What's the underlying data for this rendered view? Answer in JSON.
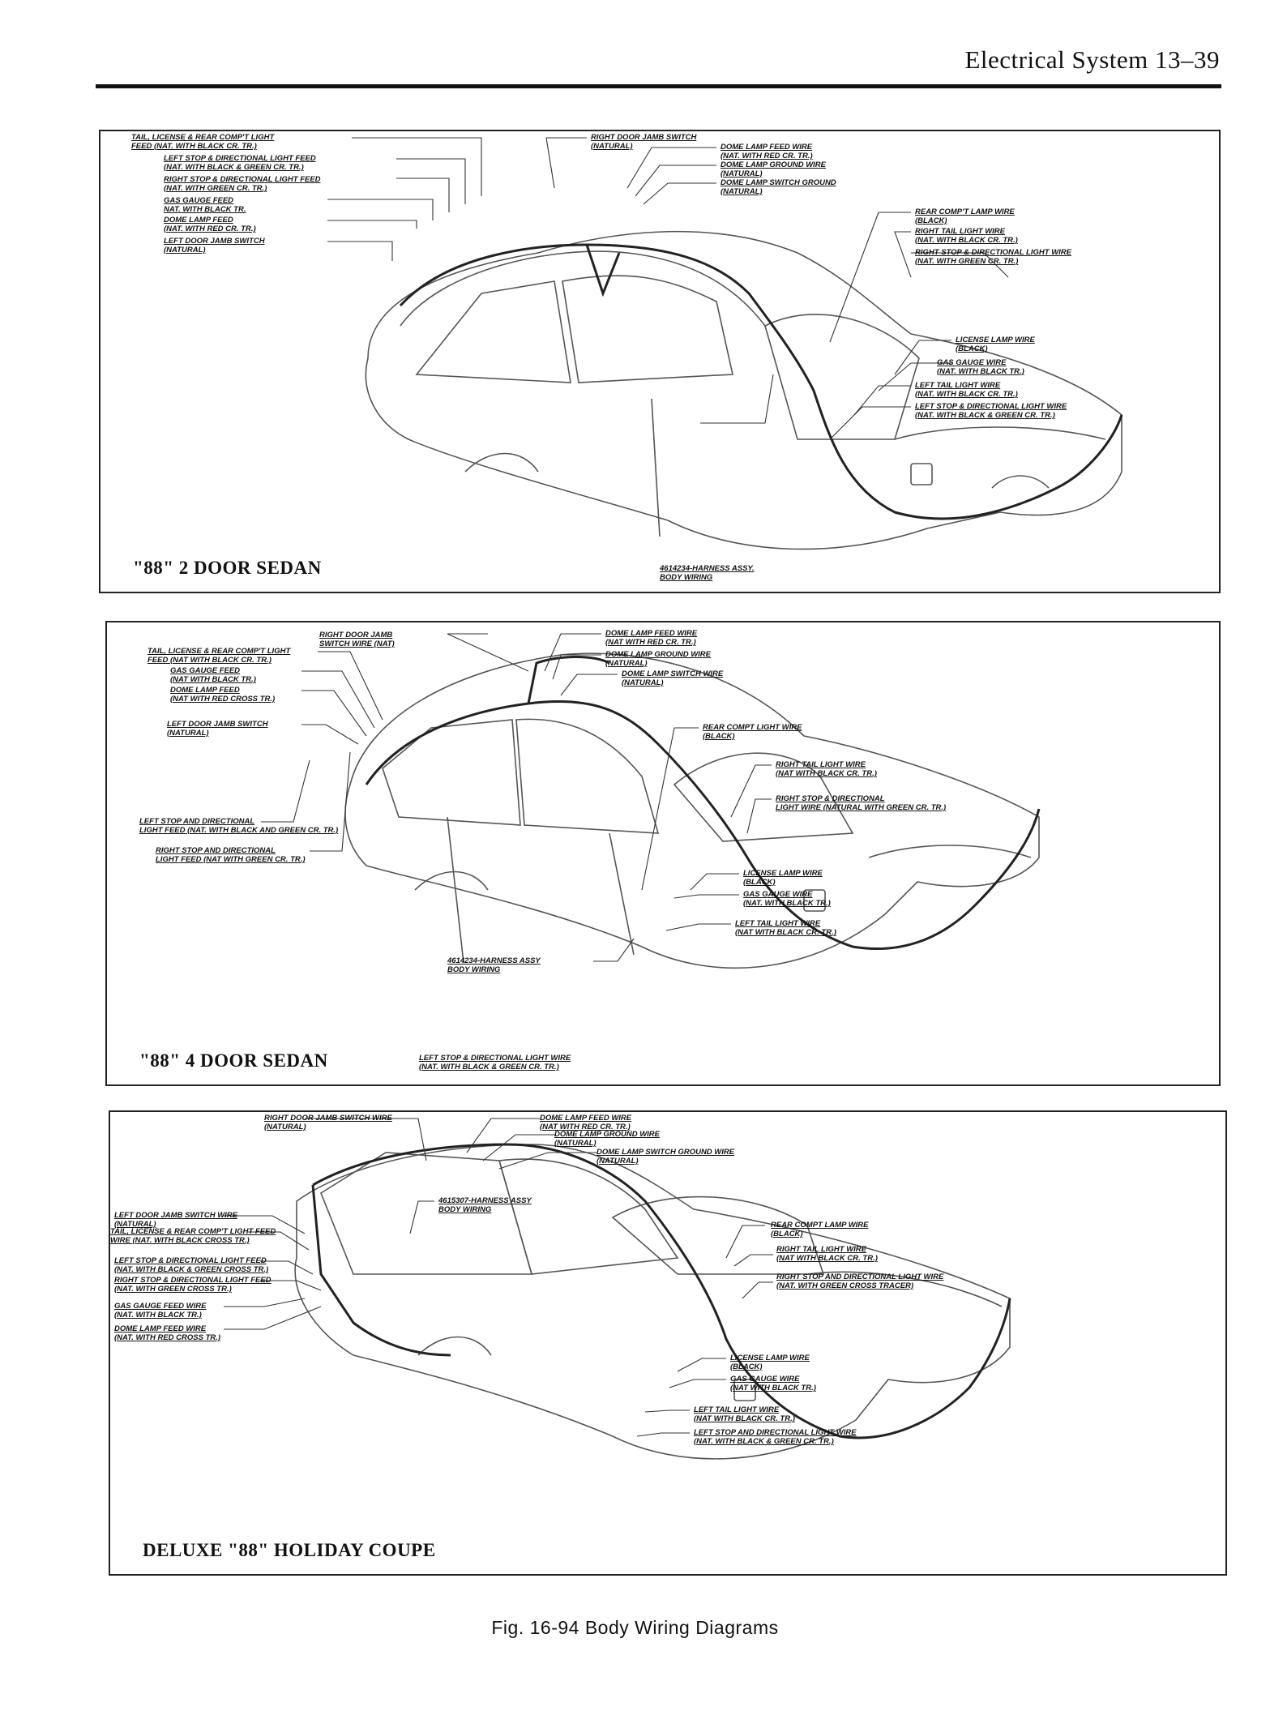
{
  "header": {
    "title": "Electrical System 13–39"
  },
  "panels": [
    {
      "title": "\"88\" 2 DOOR SEDAN",
      "labels": [
        {
          "l1": "TAIL, LICENSE & REAR COMP'T LIGHT",
          "l2": "FEED (NAT. WITH BLACK CR. TR.)"
        },
        {
          "l1": "LEFT STOP & DIRECTIONAL LIGHT FEED",
          "l2": "(NAT. WITH BLACK & GREEN CR. TR.)"
        },
        {
          "l1": "RIGHT STOP & DIRECTIONAL LIGHT FEED",
          "l2": "(NAT. WITH GREEN CR. TR.)"
        },
        {
          "l1": "GAS GAUGE FEED",
          "l2": "NAT. WITH BLACK TR."
        },
        {
          "l1": "DOME LAMP FEED",
          "l2": "(NAT. WITH RED CR. TR.)"
        },
        {
          "l1": "LEFT DOOR JAMB SWITCH",
          "l2": "(NATURAL)"
        },
        {
          "l1": "RIGHT DOOR JAMB SWITCH",
          "l2": "(NATURAL)"
        },
        {
          "l1": "DOME LAMP FEED WIRE",
          "l2": "(NAT. WITH RED CR. TR.)"
        },
        {
          "l1": "DOME LAMP GROUND WIRE",
          "l2": "(NATURAL)"
        },
        {
          "l1": "DOME LAMP SWITCH GROUND",
          "l2": "(NATURAL)"
        },
        {
          "l1": "REAR COMP'T LAMP WIRE",
          "l2": "(BLACK)"
        },
        {
          "l1": "RIGHT TAIL LIGHT WIRE",
          "l2": "(NAT. WITH BLACK CR. TR.)"
        },
        {
          "l1": "RIGHT STOP & DIRECTIONAL LIGHT WIRE",
          "l2": "(NAT. WITH GREEN CR. TR.)"
        },
        {
          "l1": "LICENSE LAMP WIRE",
          "l2": "(BLACK)"
        },
        {
          "l1": "GAS GAUGE WIRE",
          "l2": "(NAT. WITH BLACK TR.)"
        },
        {
          "l1": "LEFT TAIL LIGHT WIRE",
          "l2": "(NAT. WITH BLACK CR. TR.)"
        },
        {
          "l1": "LEFT STOP & DIRECTIONAL LIGHT WIRE",
          "l2": "(NAT. WITH BLACK & GREEN CR. TR.)"
        },
        {
          "l1": "4614234-HARNESS ASSY.",
          "l2": "BODY WIRING"
        }
      ]
    },
    {
      "title": "\"88\" 4 DOOR SEDAN",
      "labels": [
        {
          "l1": "RIGHT DOOR JAMB",
          "l2": "SWITCH WIRE (NAT)"
        },
        {
          "l1": "TAIL, LICENSE & REAR COMP'T LIGHT",
          "l2": "FEED (NAT WITH BLACK CR. TR.)"
        },
        {
          "l1": "GAS GAUGE FEED",
          "l2": "(NAT WITH BLACK TR.)"
        },
        {
          "l1": "DOME LAMP FEED",
          "l2": "(NAT WITH RED CROSS TR.)"
        },
        {
          "l1": "LEFT DOOR JAMB SWITCH",
          "l2": "(NATURAL)"
        },
        {
          "l1": "DOME LAMP FEED WIRE",
          "l2": "(NAT WITH RED CR. TR.)"
        },
        {
          "l1": "DOME LAMP GROUND WIRE",
          "l2": "(NATURAL)"
        },
        {
          "l1": "DOME LAMP SWITCH WIRE",
          "l2": "(NATURAL)"
        },
        {
          "l1": "REAR COMPT LIGHT WIRE",
          "l2": "(BLACK)"
        },
        {
          "l1": "RIGHT TAIL LIGHT WIRE",
          "l2": "(NAT WITH BLACK CR. TR.)"
        },
        {
          "l1": "RIGHT STOP & DIRECTIONAL",
          "l2": "LIGHT WIRE (NATURAL WITH GREEN CR. TR.)"
        },
        {
          "l1": "LEFT STOP AND DIRECTIONAL",
          "l2": "LIGHT FEED (NAT. WITH BLACK AND GREEN CR. TR.)"
        },
        {
          "l1": "RIGHT STOP AND DIRECTIONAL",
          "l2": "LIGHT FEED (NAT WITH GREEN CR. TR.)"
        },
        {
          "l1": "LICENSE LAMP WIRE",
          "l2": "(BLACK)"
        },
        {
          "l1": "GAS GAUGE WIRE",
          "l2": "(NAT. WITH BLACK TR.)"
        },
        {
          "l1": "LEFT TAIL LIGHT WIRE",
          "l2": "(NAT WITH BLACK CR. TR.)"
        },
        {
          "l1": "4614234-HARNESS ASSY",
          "l2": "BODY WIRING"
        },
        {
          "l1": "LEFT STOP & DIRECTIONAL LIGHT WIRE",
          "l2": "(NAT. WITH BLACK & GREEN CR. TR.)"
        }
      ]
    },
    {
      "title": "DELUXE \"88\" HOLIDAY COUPE",
      "labels": [
        {
          "l1": "RIGHT DOOR JAMB SWITCH WIRE",
          "l2": "(NATURAL)"
        },
        {
          "l1": "DOME LAMP FEED WIRE",
          "l2": "(NAT WITH RED CR. TR.)"
        },
        {
          "l1": "DOME LAMP GROUND WIRE",
          "l2": "(NATURAL)"
        },
        {
          "l1": "DOME LAMP SWITCH GROUND WIRE",
          "l2": "(NATURAL)"
        },
        {
          "l1": "4615307-HARNESS ASSY",
          "l2": "BODY WIRING"
        },
        {
          "l1": "LEFT DOOR JAMB SWITCH WIRE",
          "l2": "(NATURAL)"
        },
        {
          "l1": "TAIL, LICENSE & REAR COMP'T LIGHT FEED",
          "l2": "WIRE (NAT. WITH BLACK CROSS TR.)"
        },
        {
          "l1": "LEFT STOP & DIRECTIONAL LIGHT FEED",
          "l2": "(NAT. WITH BLACK & GREEN CROSS TR.)"
        },
        {
          "l1": "RIGHT STOP & DIRECTIONAL LIGHT FEED",
          "l2": "(NAT. WITH GREEN CROSS TR.)"
        },
        {
          "l1": "GAS GAUGE FEED WIRE",
          "l2": "(NAT. WITH BLACK TR.)"
        },
        {
          "l1": "DOME LAMP FEED WIRE",
          "l2": "(NAT. WITH RED CROSS TR.)"
        },
        {
          "l1": "REAR COMPT LAMP WIRE",
          "l2": "(BLACK)"
        },
        {
          "l1": "RIGHT TAIL LIGHT WIRE",
          "l2": "(NAT WITH BLACK CR. TR.)"
        },
        {
          "l1": "RIGHT STOP AND DIRECTIONAL LIGHT WIRE",
          "l2": "(NAT. WITH GREEN CROSS TRACER)"
        },
        {
          "l1": "LICENSE LAMP WIRE",
          "l2": "(BLACK)"
        },
        {
          "l1": "GAS GAUGE WIRE",
          "l2": "(NAT WITH BLACK TR.)"
        },
        {
          "l1": "LEFT TAIL LIGHT WIRE",
          "l2": "(NAT WITH BLACK CR. TR.)"
        },
        {
          "l1": "LEFT STOP AND DIRECTIONAL LIGHT WIRE",
          "l2": "(NAT. WITH BLACK & GREEN CR. TR.)"
        }
      ]
    }
  ],
  "caption": "Fig. 16-94 Body Wiring Diagrams"
}
